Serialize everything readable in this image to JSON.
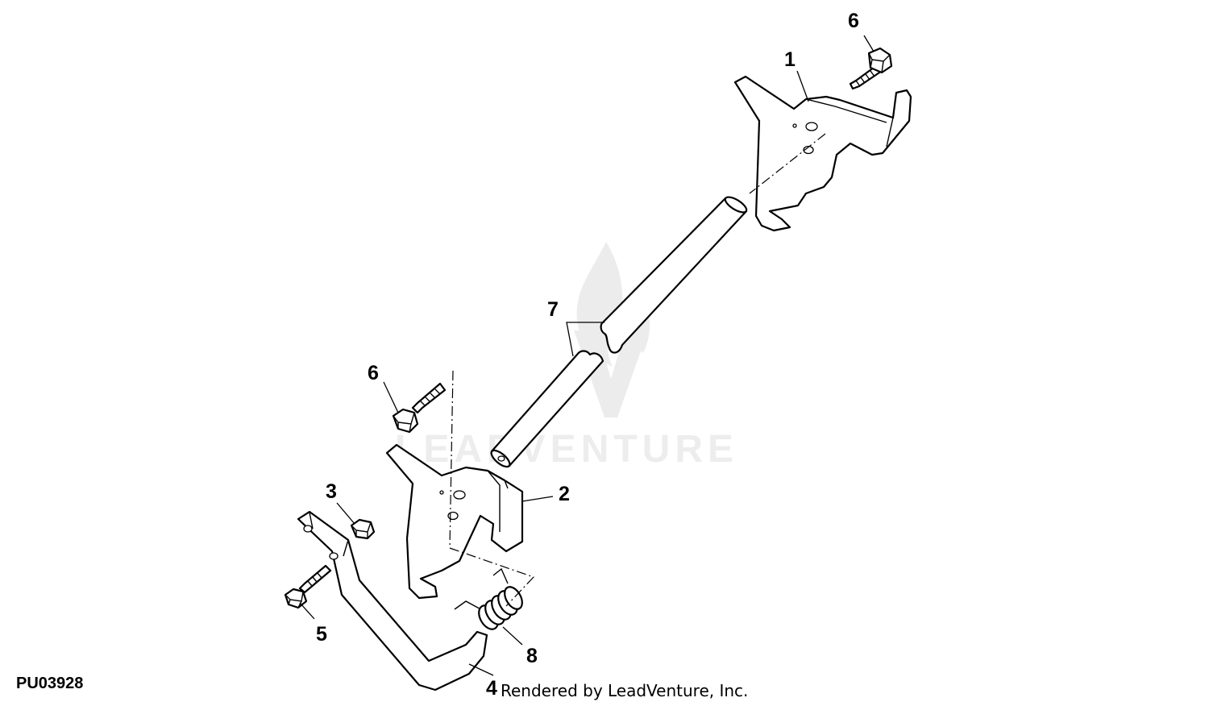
{
  "diagram": {
    "watermark": "LEADVENTURE",
    "figure_code": "PU03928",
    "credit": "Rendered by LeadVenture, Inc.",
    "callouts": [
      "1",
      "2",
      "3",
      "4",
      "5",
      "6",
      "6",
      "7",
      "8"
    ]
  }
}
